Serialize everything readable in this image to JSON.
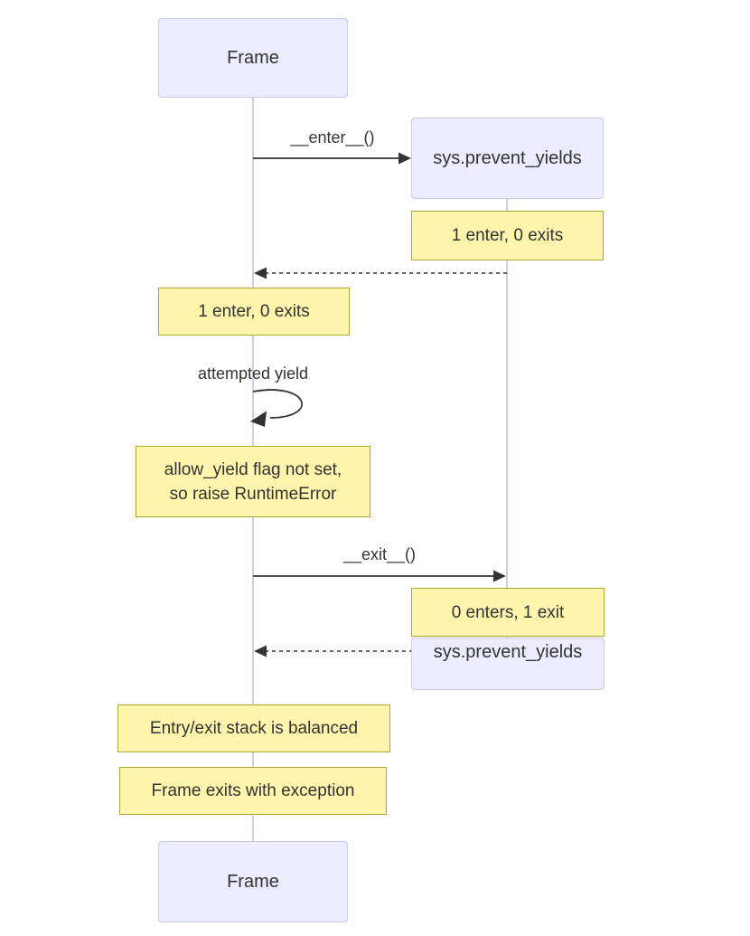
{
  "diagram": {
    "type": "sequence",
    "actors": [
      {
        "id": "frame",
        "label": "Frame"
      },
      {
        "id": "sys_prevent_yields",
        "label": "sys.prevent_yields"
      }
    ],
    "messages": [
      {
        "from": "frame",
        "to": "sys_prevent_yields",
        "label": "__enter__()",
        "style": "solid"
      },
      {
        "from": "sys_prevent_yields",
        "to": "frame",
        "label": "",
        "style": "dashed"
      },
      {
        "from": "frame",
        "to": "frame",
        "label": "attempted yield",
        "style": "self-loop"
      },
      {
        "from": "frame",
        "to": "sys_prevent_yields",
        "label": "__exit__()",
        "style": "solid"
      },
      {
        "from": "sys_prevent_yields",
        "to": "frame",
        "label": "",
        "style": "dashed"
      }
    ],
    "notes": [
      {
        "over": "sys_prevent_yields",
        "text": "1 enter, 0 exits"
      },
      {
        "over": "frame",
        "text": "1 enter, 0 exits"
      },
      {
        "over": "frame",
        "line1": "allow_yield flag not set,",
        "line2": "so raise RuntimeError"
      },
      {
        "over": "sys_prevent_yields",
        "text": "0 enters, 1 exit"
      },
      {
        "over": "frame",
        "text": "Entry/exit stack is balanced"
      },
      {
        "over": "frame",
        "text": "Frame exits with exception"
      }
    ],
    "colors": {
      "background": "#ffffff",
      "actor_fill": "#ececff",
      "actor_border": "#ccc8e8",
      "note_fill": "#fff5ad",
      "note_border": "#aaaa33",
      "line_color": "#333333",
      "lifeline_color": "#d0ccea",
      "text_color": "#333333"
    }
  }
}
